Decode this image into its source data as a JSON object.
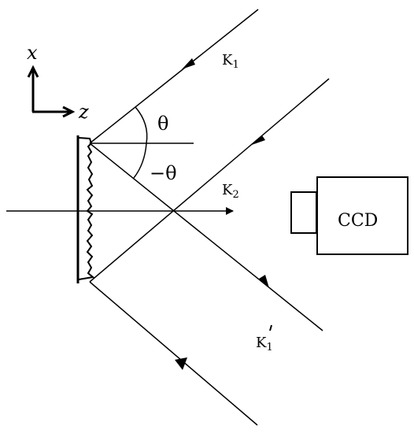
{
  "axes": {
    "x": "x",
    "z": "z"
  },
  "angles": {
    "positive": "θ",
    "negative": "−θ"
  },
  "beams": {
    "k1_main": "K",
    "k1_main_sub": "1",
    "k2": "K",
    "k2_sub": "2",
    "k1_prime": "K",
    "k1_prime_sub": "1"
  },
  "detector": {
    "label": "CCD"
  }
}
